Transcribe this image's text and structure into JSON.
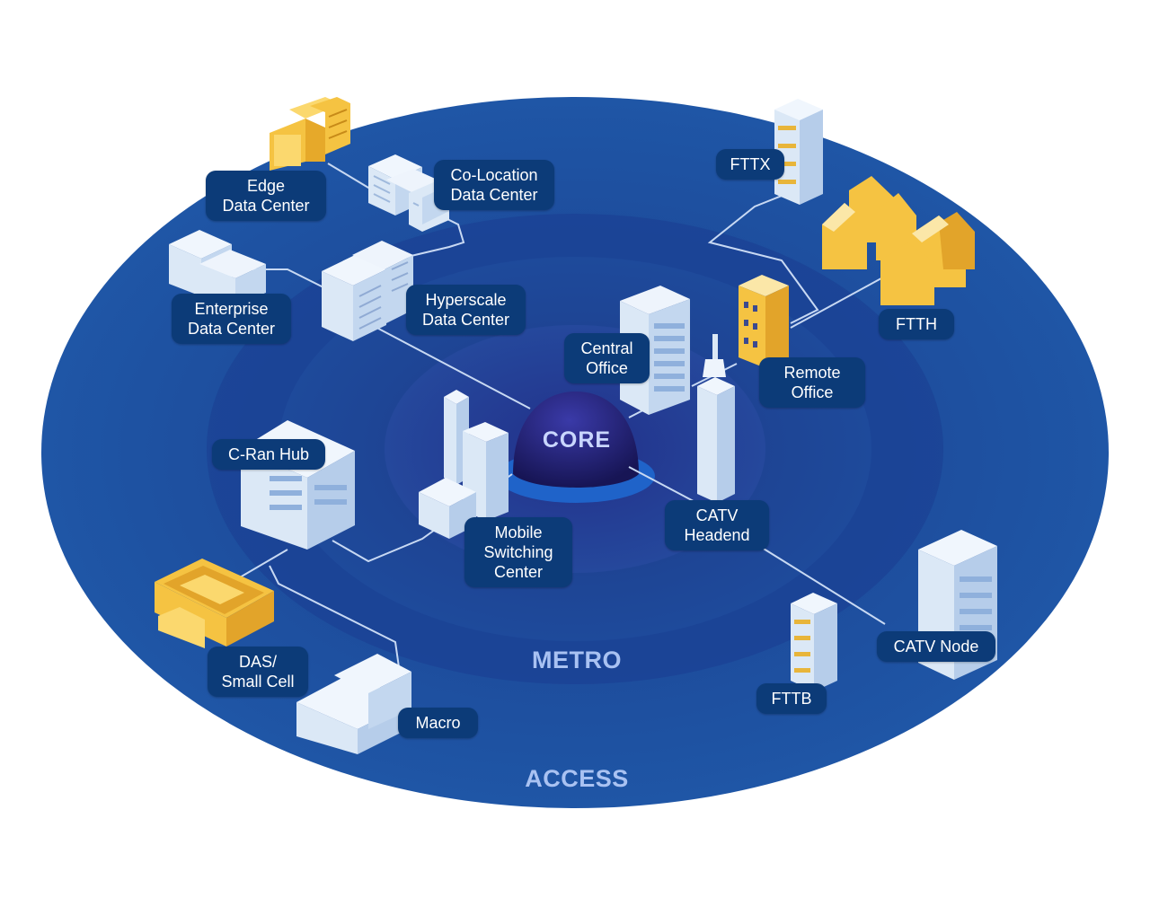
{
  "rings": {
    "core": "CORE",
    "metro": "METRO",
    "access": "ACCESS"
  },
  "nodes": {
    "edge_dc": [
      "Edge",
      "Data Center"
    ],
    "colo_dc": [
      "Co-Location",
      "Data Center"
    ],
    "enterprise_dc": [
      "Enterprise",
      "Data Center"
    ],
    "hyperscale_dc": [
      "Hyperscale",
      "Data Center"
    ],
    "central_office": [
      "Central",
      "Office"
    ],
    "remote_office": [
      "Remote",
      "Office"
    ],
    "fttx": "FTTX",
    "ftth": "FTTH",
    "cran_hub": "C-Ran Hub",
    "msc": [
      "Mobile",
      "Switching",
      "Center"
    ],
    "catv_headend": [
      "CATV",
      "Headend"
    ],
    "catv_node": "CATV Node",
    "das": [
      "DAS/",
      "Small Cell"
    ],
    "macro": "Macro",
    "fttb": "FTTB"
  },
  "colors": {
    "access": "#1d4f9f",
    "metro": "#1e3d8c",
    "core_ring": "#22358a",
    "core_dome": "#1c1a63",
    "label_bg": "#0c3b78",
    "ring_text": "#a9c2f2",
    "building_light": "#dbe8f6",
    "building_yellow": "#f5c342"
  }
}
